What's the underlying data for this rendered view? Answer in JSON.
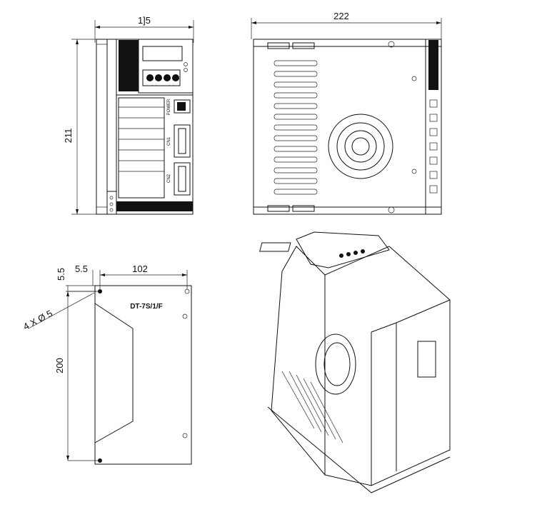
{
  "front_view": {
    "width_label": "1]5",
    "height_label": "211"
  },
  "side_view": {
    "width_label": "222"
  },
  "mounting_view": {
    "top_offset_label": "5.5",
    "left_offset_label": "5.5",
    "hole_spacing_label": "102",
    "height_label": "200",
    "hole_label": "4 X Ø 5",
    "nameplate": "DT-7S/1/F"
  },
  "connector_labels": [
    "POWER",
    "CN1",
    "CN2"
  ]
}
